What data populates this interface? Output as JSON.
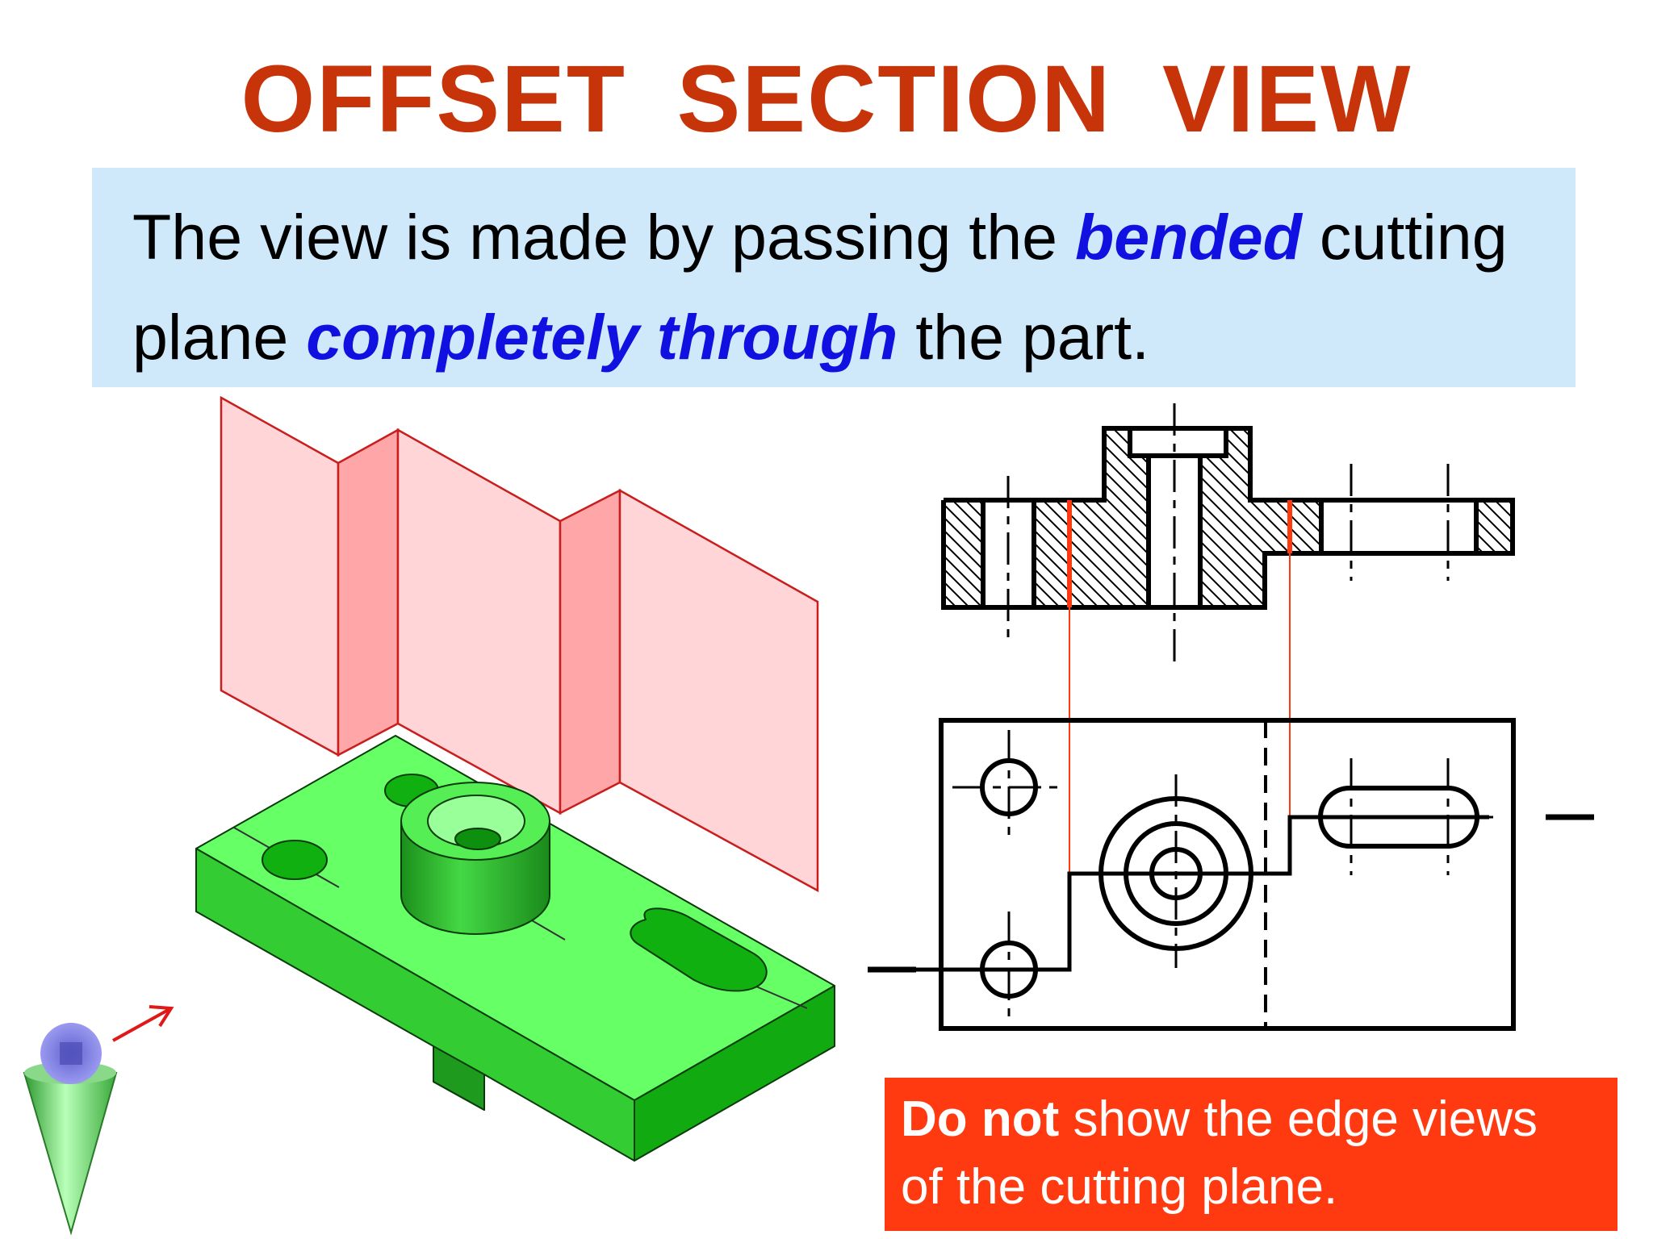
{
  "title": "OFFSET  SECTION  VIEW",
  "description": {
    "line1_pre": "The view is made by passing the ",
    "line1_em": "bended",
    "line1_post": " cutting",
    "line2_pre": "plane ",
    "line2_em": "completely through",
    "line2_post": " the part."
  },
  "note": {
    "bold": "Do not",
    "rest_line1": " show the edge views",
    "line2": "of the cutting plane."
  },
  "colors": {
    "title": "#c8340a",
    "emphasis": "#1010e0",
    "info_background": "#cfe9fb",
    "note_background": "#ff3a10",
    "part_green": "#66ff66",
    "cutting_plane": "#ffd5d8",
    "cutting_line": "#ff3a10"
  },
  "icons": [
    "viewer-eye-icon",
    "view-direction-arrow-icon"
  ]
}
